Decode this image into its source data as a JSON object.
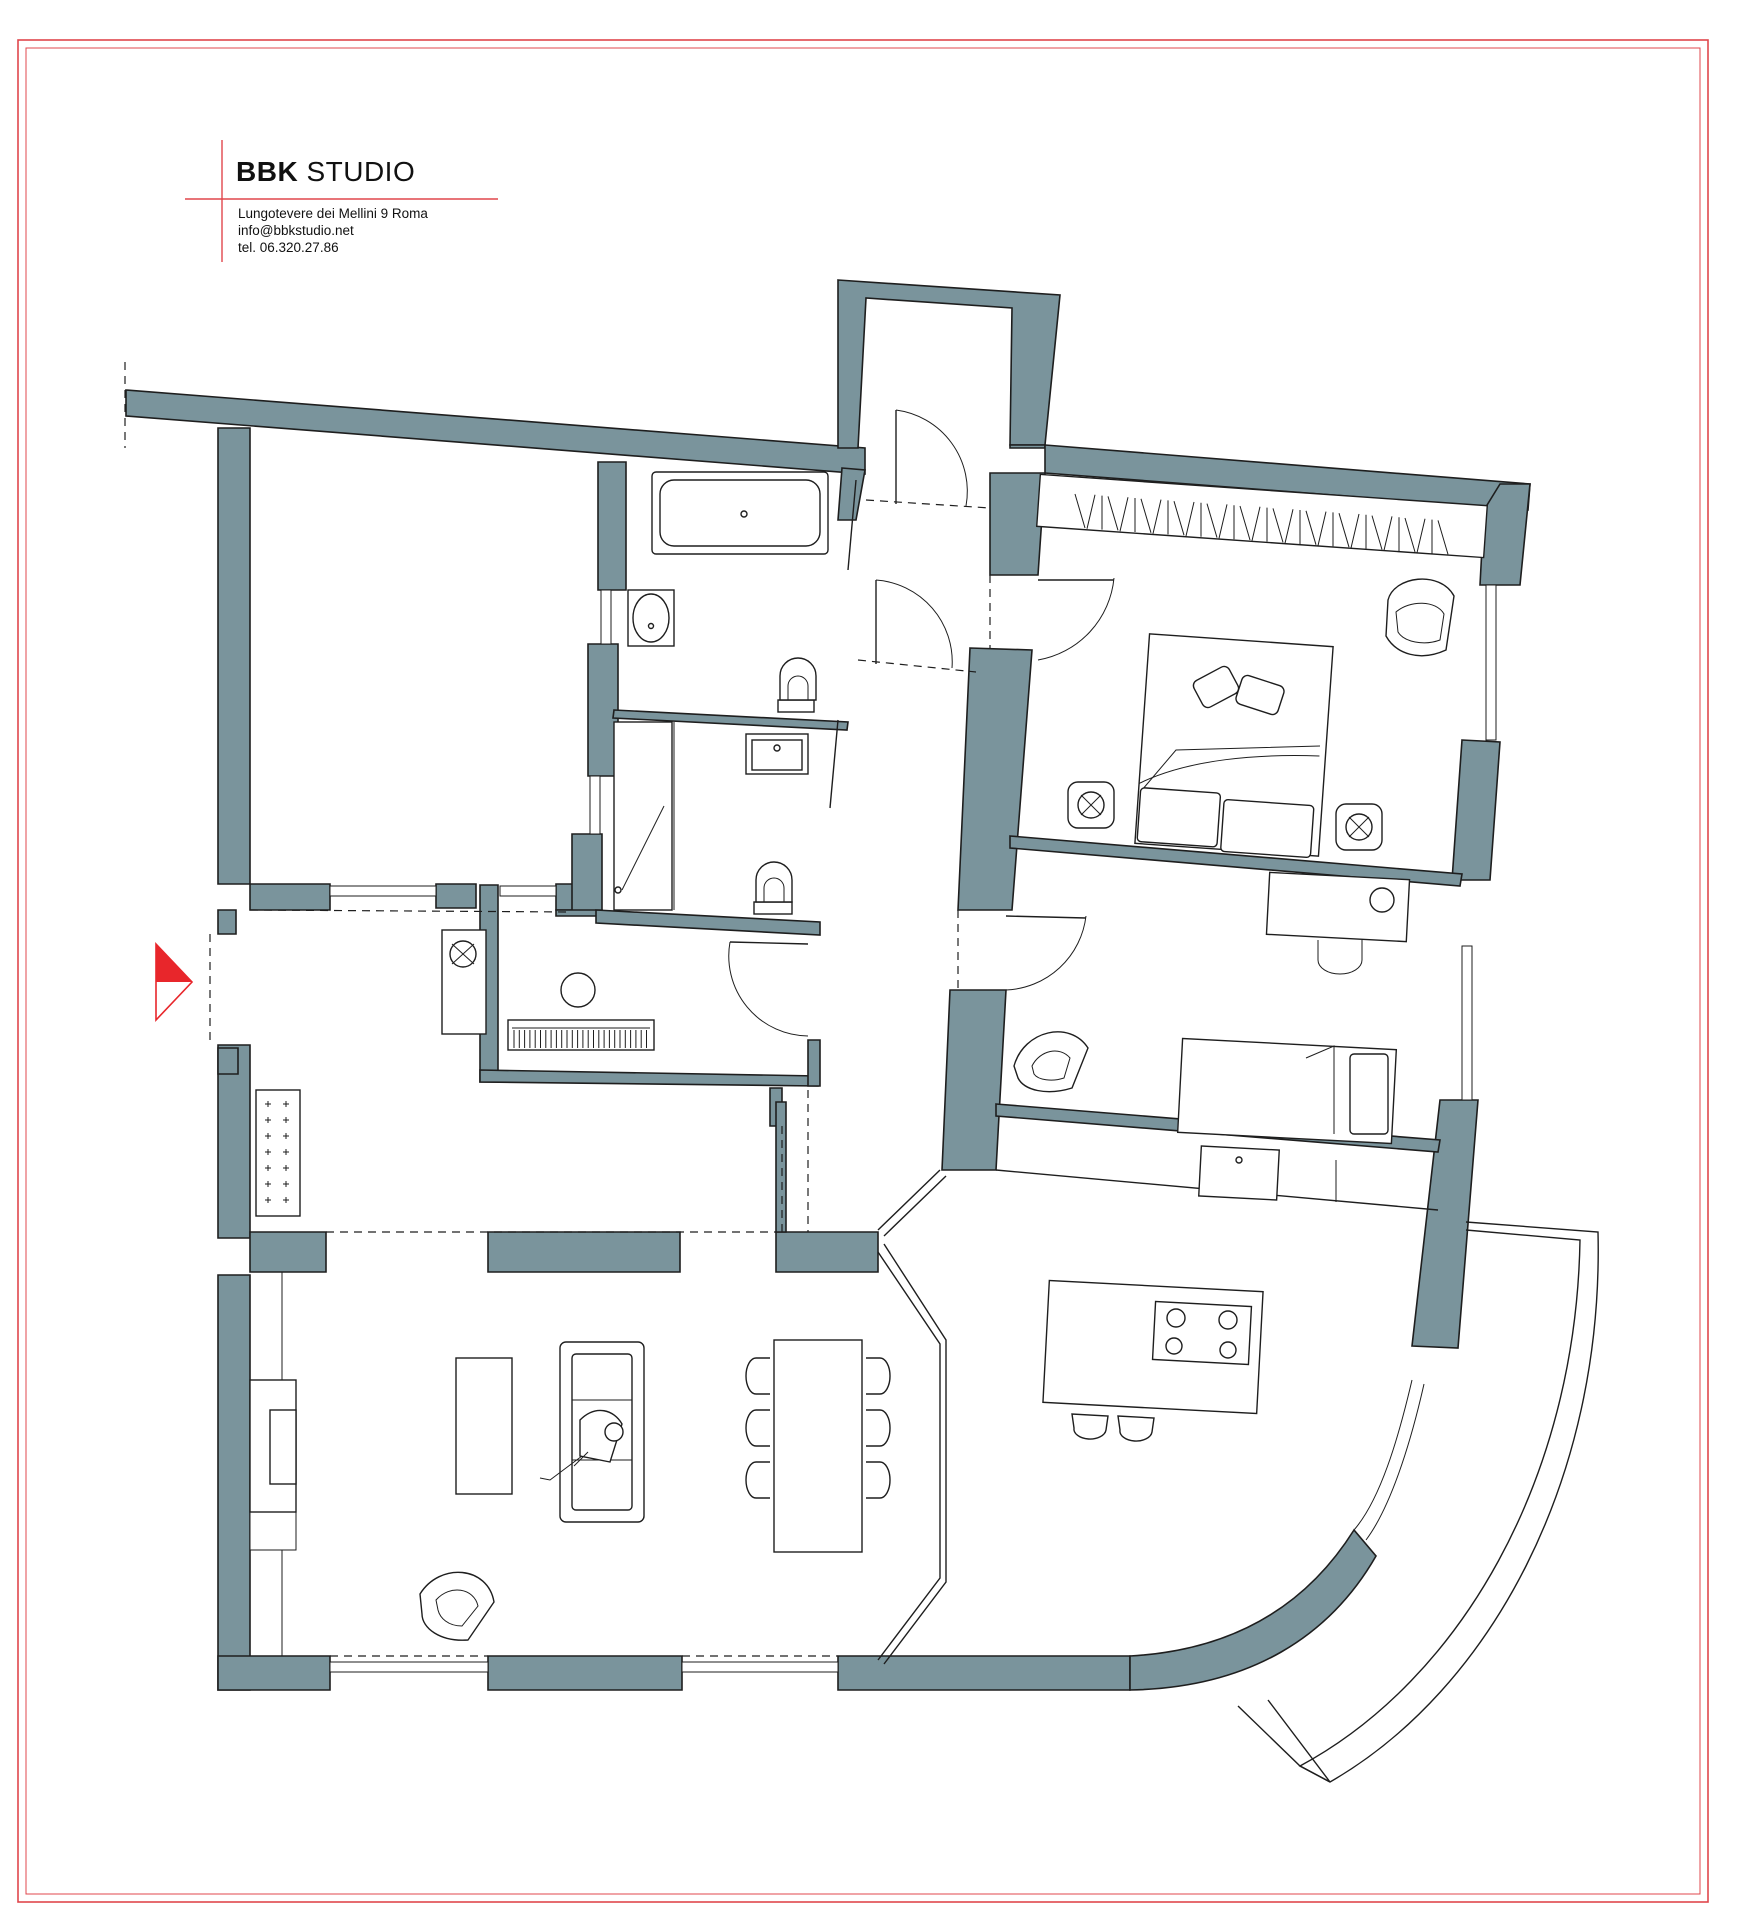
{
  "studio": {
    "name_bold": "BBK",
    "name_regular": " STUDIO",
    "address": "Lungotevere dei Mellini 9  Roma",
    "email": "info@bbkstudio.net",
    "phone": "tel.  06.320.27.86"
  },
  "colors": {
    "wall": "#7a949c",
    "line": "#1e1e1e",
    "frame": "#e0474c",
    "entrance_marker": "#e8262b"
  },
  "icons": [
    "entrance-arrow-icon",
    "bathtub-icon",
    "toilet-icon",
    "washbasin-icon",
    "bed-icon",
    "armchair-icon",
    "sofa-icon",
    "cooktop-icon",
    "piano-icon",
    "person-icon"
  ]
}
